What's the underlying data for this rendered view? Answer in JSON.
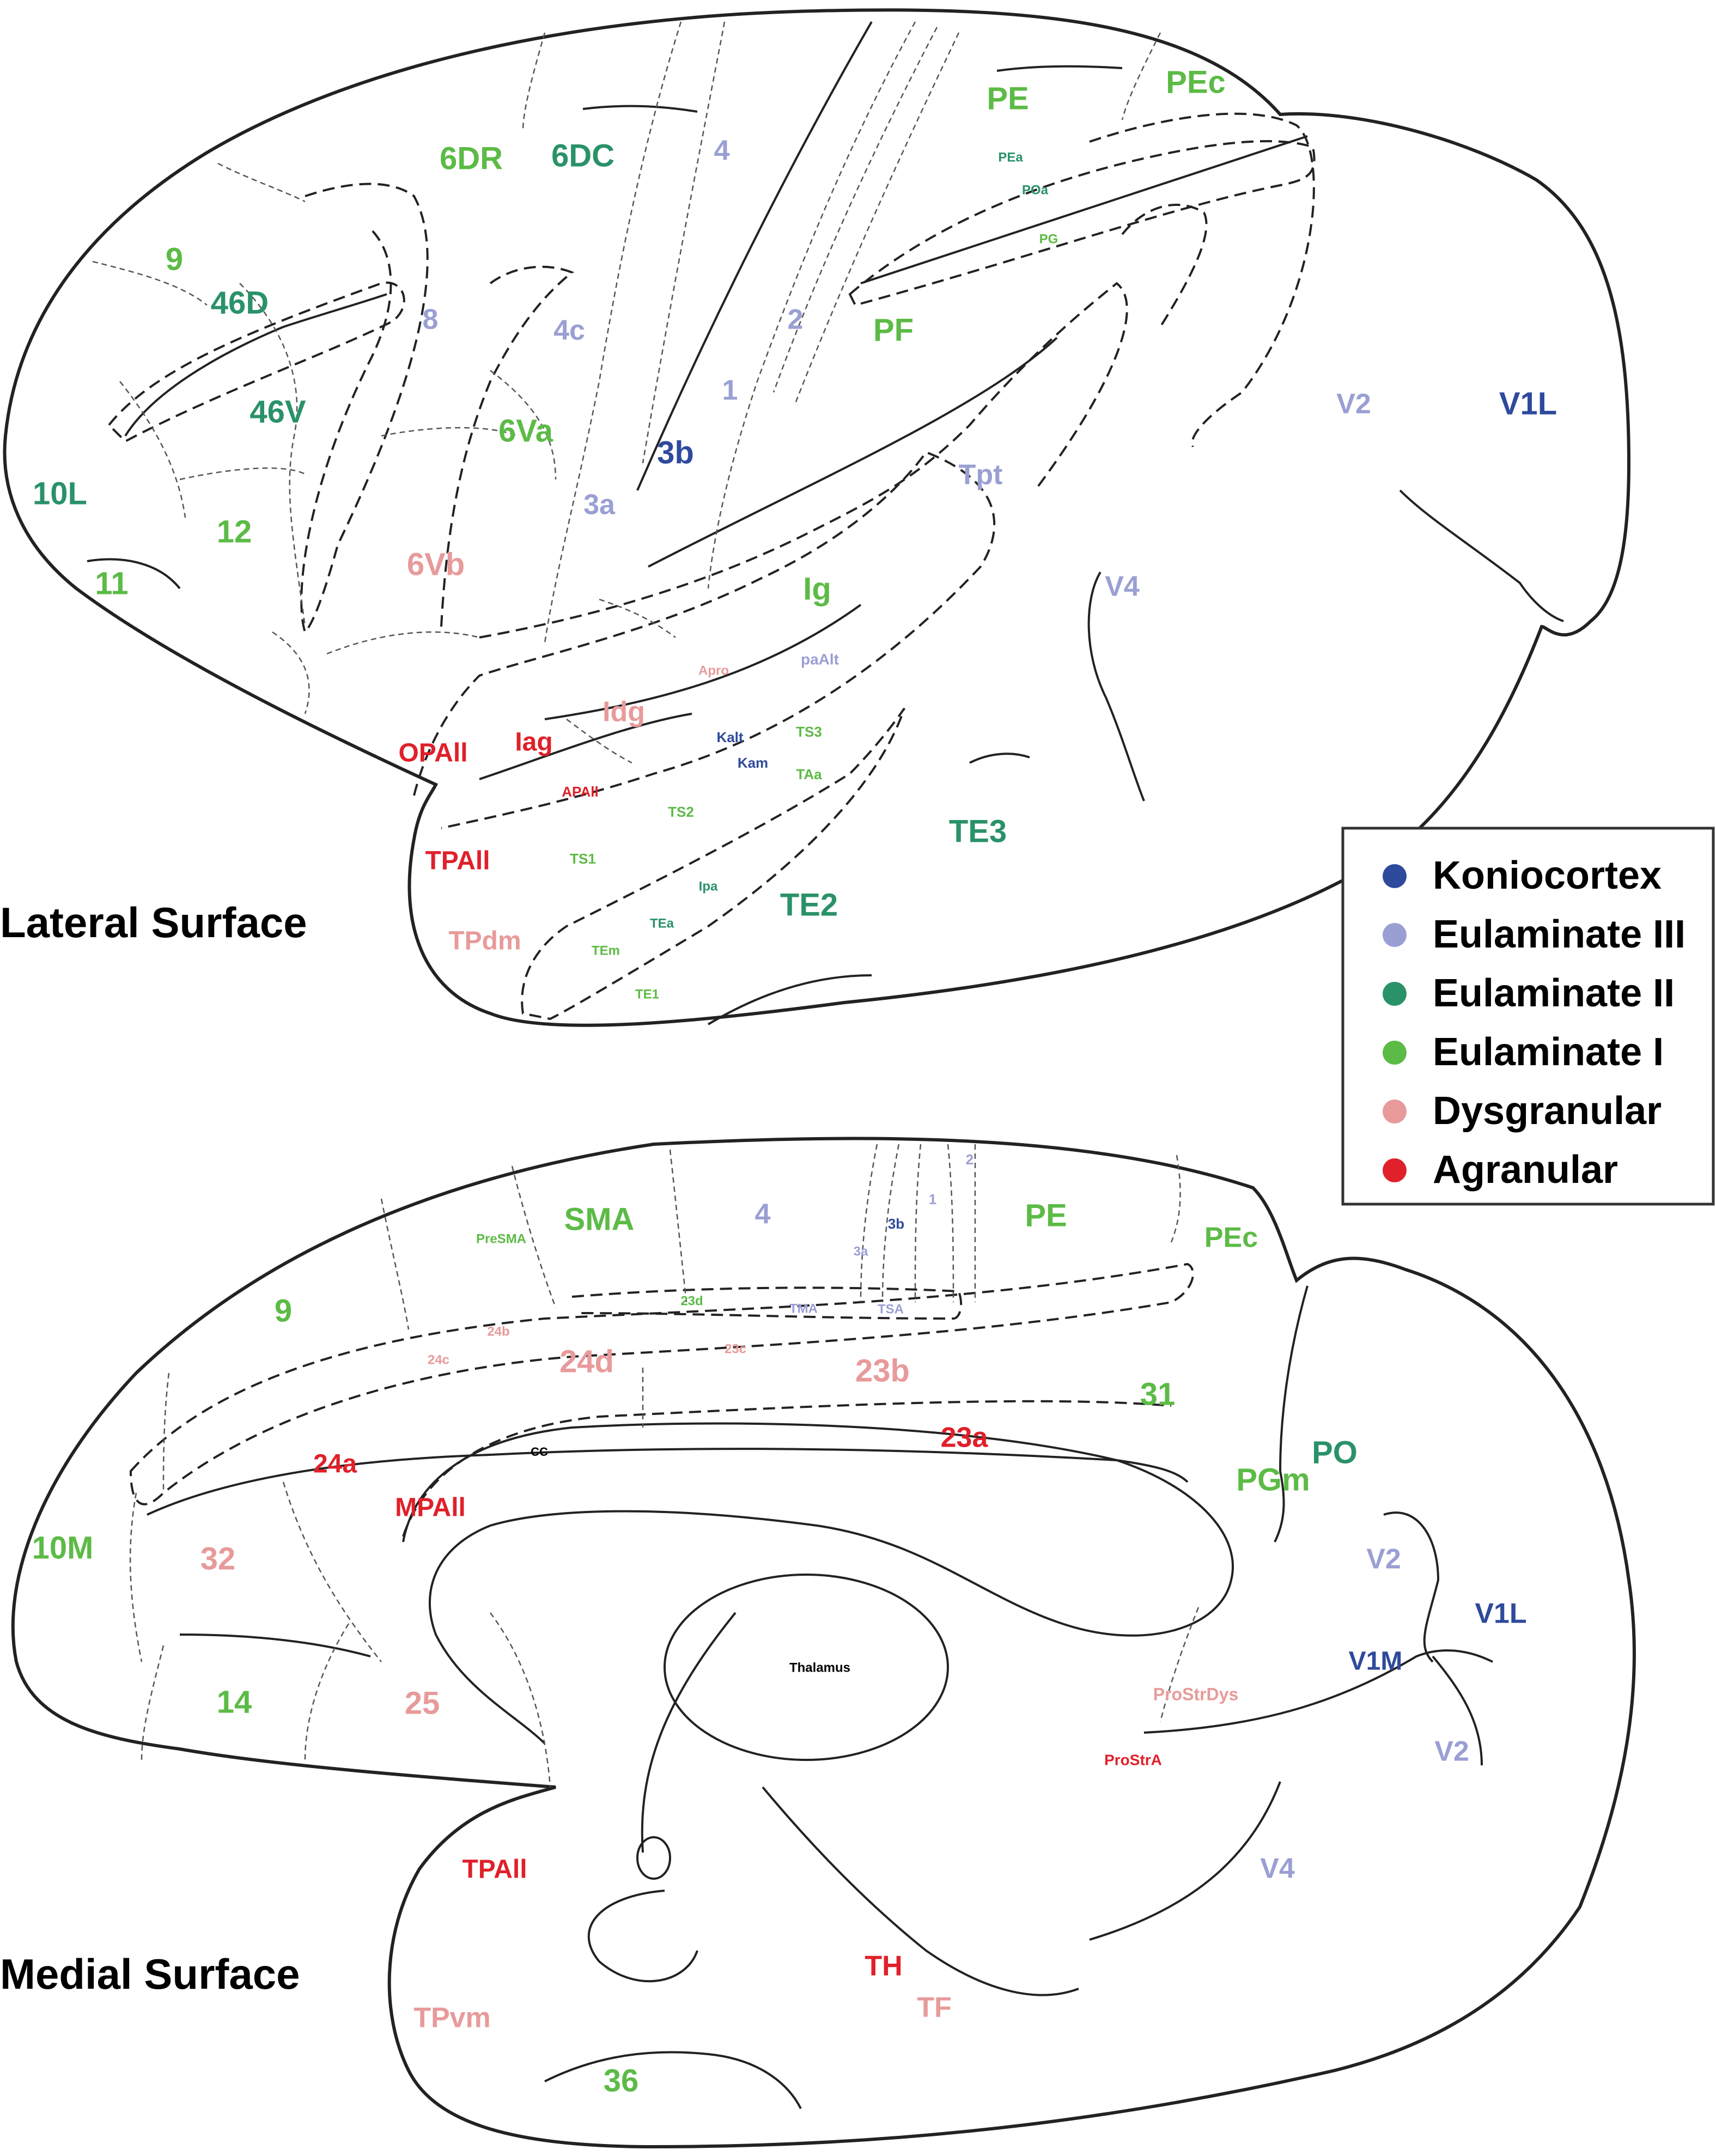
{
  "colors": {
    "koniocortex": "#2e4a9c",
    "eulaminate_iii": "#9a9fd3",
    "eulaminate_ii": "#2a9268",
    "eulaminate_i": "#5cbb46",
    "dysgranular": "#e89a9a",
    "agranular": "#e0202a",
    "black": "#000000"
  },
  "titles": {
    "lateral": "Lateral Surface",
    "medial": "Medial Surface"
  },
  "legend": {
    "items": [
      {
        "label": "Koniocortex",
        "color": "#2e4a9c"
      },
      {
        "label": "Eulaminate III",
        "color": "#9a9fd3"
      },
      {
        "label": "Eulaminate II",
        "color": "#2a9268"
      },
      {
        "label": "Eulaminate I",
        "color": "#5cbb46"
      },
      {
        "label": "Dysgranular",
        "color": "#e89a9a"
      },
      {
        "label": "Agranular",
        "color": "#e0202a"
      }
    ]
  },
  "lateral_areas": [
    {
      "t": "PE",
      "c": "eulaminate_i"
    },
    {
      "t": "PEc",
      "c": "eulaminate_i"
    },
    {
      "t": "6DR",
      "c": "eulaminate_i"
    },
    {
      "t": "6DC",
      "c": "eulaminate_ii"
    },
    {
      "t": "4",
      "c": "eulaminate_iii"
    },
    {
      "t": "PEa",
      "c": "eulaminate_ii"
    },
    {
      "t": "POa",
      "c": "eulaminate_ii"
    },
    {
      "t": "PG",
      "c": "eulaminate_i"
    },
    {
      "t": "9",
      "c": "eulaminate_i"
    },
    {
      "t": "46D",
      "c": "eulaminate_ii"
    },
    {
      "t": "8",
      "c": "eulaminate_iii"
    },
    {
      "t": "4c",
      "c": "eulaminate_iii"
    },
    {
      "t": "2",
      "c": "eulaminate_iii"
    },
    {
      "t": "PF",
      "c": "eulaminate_i"
    },
    {
      "t": "46V",
      "c": "eulaminate_ii"
    },
    {
      "t": "1",
      "c": "eulaminate_iii"
    },
    {
      "t": "6Va",
      "c": "eulaminate_i"
    },
    {
      "t": "3b",
      "c": "koniocortex"
    },
    {
      "t": "V2",
      "c": "eulaminate_iii"
    },
    {
      "t": "V1L",
      "c": "koniocortex"
    },
    {
      "t": "10L",
      "c": "eulaminate_ii"
    },
    {
      "t": "Tpt",
      "c": "eulaminate_iii"
    },
    {
      "t": "3a",
      "c": "eulaminate_iii"
    },
    {
      "t": "12",
      "c": "eulaminate_i"
    },
    {
      "t": "6Vb",
      "c": "dysgranular"
    },
    {
      "t": "11",
      "c": "eulaminate_i"
    },
    {
      "t": "Ig",
      "c": "eulaminate_i"
    },
    {
      "t": "V4",
      "c": "eulaminate_iii"
    },
    {
      "t": "Apro",
      "c": "dysgranular"
    },
    {
      "t": "paAlt",
      "c": "eulaminate_iii"
    },
    {
      "t": "Idg",
      "c": "dysgranular"
    },
    {
      "t": "Kalt",
      "c": "koniocortex"
    },
    {
      "t": "TS3",
      "c": "eulaminate_i"
    },
    {
      "t": "OPAll",
      "c": "agranular"
    },
    {
      "t": "Iag",
      "c": "agranular"
    },
    {
      "t": "Kam",
      "c": "koniocortex"
    },
    {
      "t": "TAa",
      "c": "eulaminate_i"
    },
    {
      "t": "APAll",
      "c": "agranular"
    },
    {
      "t": "TS2",
      "c": "eulaminate_i"
    },
    {
      "t": "TE3",
      "c": "eulaminate_ii"
    },
    {
      "t": "TPAll",
      "c": "agranular"
    },
    {
      "t": "TS1",
      "c": "eulaminate_i"
    },
    {
      "t": "Ipa",
      "c": "eulaminate_ii"
    },
    {
      "t": "TE2",
      "c": "eulaminate_ii"
    },
    {
      "t": "TEa",
      "c": "eulaminate_ii"
    },
    {
      "t": "TPdm",
      "c": "dysgranular"
    },
    {
      "t": "TEm",
      "c": "eulaminate_i"
    },
    {
      "t": "TE1",
      "c": "eulaminate_i"
    }
  ],
  "medial_areas": [
    {
      "t": "2",
      "c": "eulaminate_iii"
    },
    {
      "t": "3b",
      "c": "koniocortex"
    },
    {
      "t": "1",
      "c": "eulaminate_iii"
    },
    {
      "t": "3a",
      "c": "eulaminate_iii"
    },
    {
      "t": "SMA",
      "c": "eulaminate_i"
    },
    {
      "t": "4",
      "c": "eulaminate_iii"
    },
    {
      "t": "PE",
      "c": "eulaminate_i"
    },
    {
      "t": "PEc",
      "c": "eulaminate_i"
    },
    {
      "t": "PreSMA",
      "c": "eulaminate_i"
    },
    {
      "t": "9",
      "c": "eulaminate_i"
    },
    {
      "t": "23d",
      "c": "eulaminate_i"
    },
    {
      "t": "TMA",
      "c": "eulaminate_iii"
    },
    {
      "t": "TSA",
      "c": "eulaminate_iii"
    },
    {
      "t": "24b",
      "c": "dysgranular"
    },
    {
      "t": "24c",
      "c": "dysgranular"
    },
    {
      "t": "24d",
      "c": "dysgranular"
    },
    {
      "t": "23c",
      "c": "dysgranular"
    },
    {
      "t": "23b",
      "c": "dysgranular"
    },
    {
      "t": "31",
      "c": "eulaminate_i"
    },
    {
      "t": "23a",
      "c": "agranular"
    },
    {
      "t": "CC",
      "c": "black"
    },
    {
      "t": "24a",
      "c": "agranular"
    },
    {
      "t": "PO",
      "c": "eulaminate_ii"
    },
    {
      "t": "PGm",
      "c": "eulaminate_i"
    },
    {
      "t": "MPAll",
      "c": "agranular"
    },
    {
      "t": "10M",
      "c": "eulaminate_i"
    },
    {
      "t": "32",
      "c": "dysgranular"
    },
    {
      "t": "V2",
      "c": "eulaminate_iii"
    },
    {
      "t": "V1L",
      "c": "koniocortex"
    },
    {
      "t": "Thalamus",
      "c": "black"
    },
    {
      "t": "V1M",
      "c": "koniocortex"
    },
    {
      "t": "14",
      "c": "eulaminate_i"
    },
    {
      "t": "25",
      "c": "dysgranular"
    },
    {
      "t": "ProStrDys",
      "c": "dysgranular"
    },
    {
      "t": "V2",
      "c": "eulaminate_iii"
    },
    {
      "t": "ProStrA",
      "c": "agranular"
    },
    {
      "t": "TPAll",
      "c": "agranular"
    },
    {
      "t": "V4",
      "c": "eulaminate_iii"
    },
    {
      "t": "TH",
      "c": "agranular"
    },
    {
      "t": "TF",
      "c": "dysgranular"
    },
    {
      "t": "TPvm",
      "c": "dysgranular"
    },
    {
      "t": "36",
      "c": "eulaminate_i"
    }
  ]
}
